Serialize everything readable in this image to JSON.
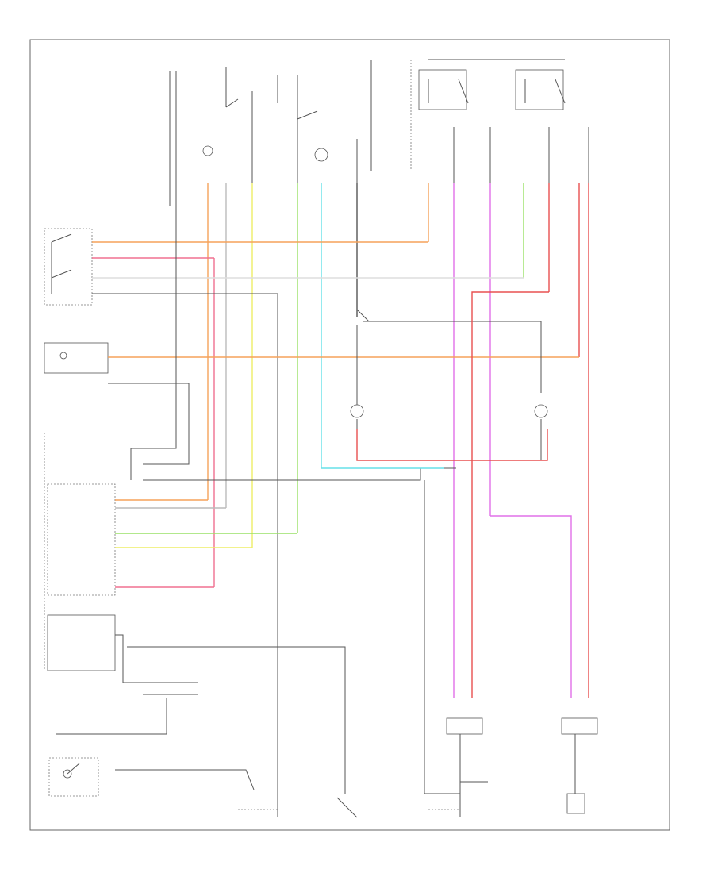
{
  "diagram": {
    "footer_code": "",
    "colors": {
      "orange": "#f5a25a",
      "pink": "#f07090",
      "yellow": "#eeee66",
      "light_green": "#99e066",
      "cyan": "#66e0e8",
      "magenta": "#e070e8",
      "red": "#e85050",
      "dark_gray": "#555555",
      "light_gray": "#bbbbbb"
    },
    "components": [
      {
        "id": "switch-assembly",
        "label": ""
      },
      {
        "id": "module-box",
        "label": ""
      },
      {
        "id": "control-module",
        "label": ""
      },
      {
        "id": "ignition-switch",
        "label": ""
      },
      {
        "id": "left-headlight",
        "label": ""
      },
      {
        "id": "right-headlight",
        "label": ""
      },
      {
        "id": "left-lamp",
        "label": ""
      },
      {
        "id": "right-lamp",
        "label": ""
      },
      {
        "id": "relay-top-left",
        "label": ""
      },
      {
        "id": "relay-top-right",
        "label": ""
      }
    ]
  }
}
